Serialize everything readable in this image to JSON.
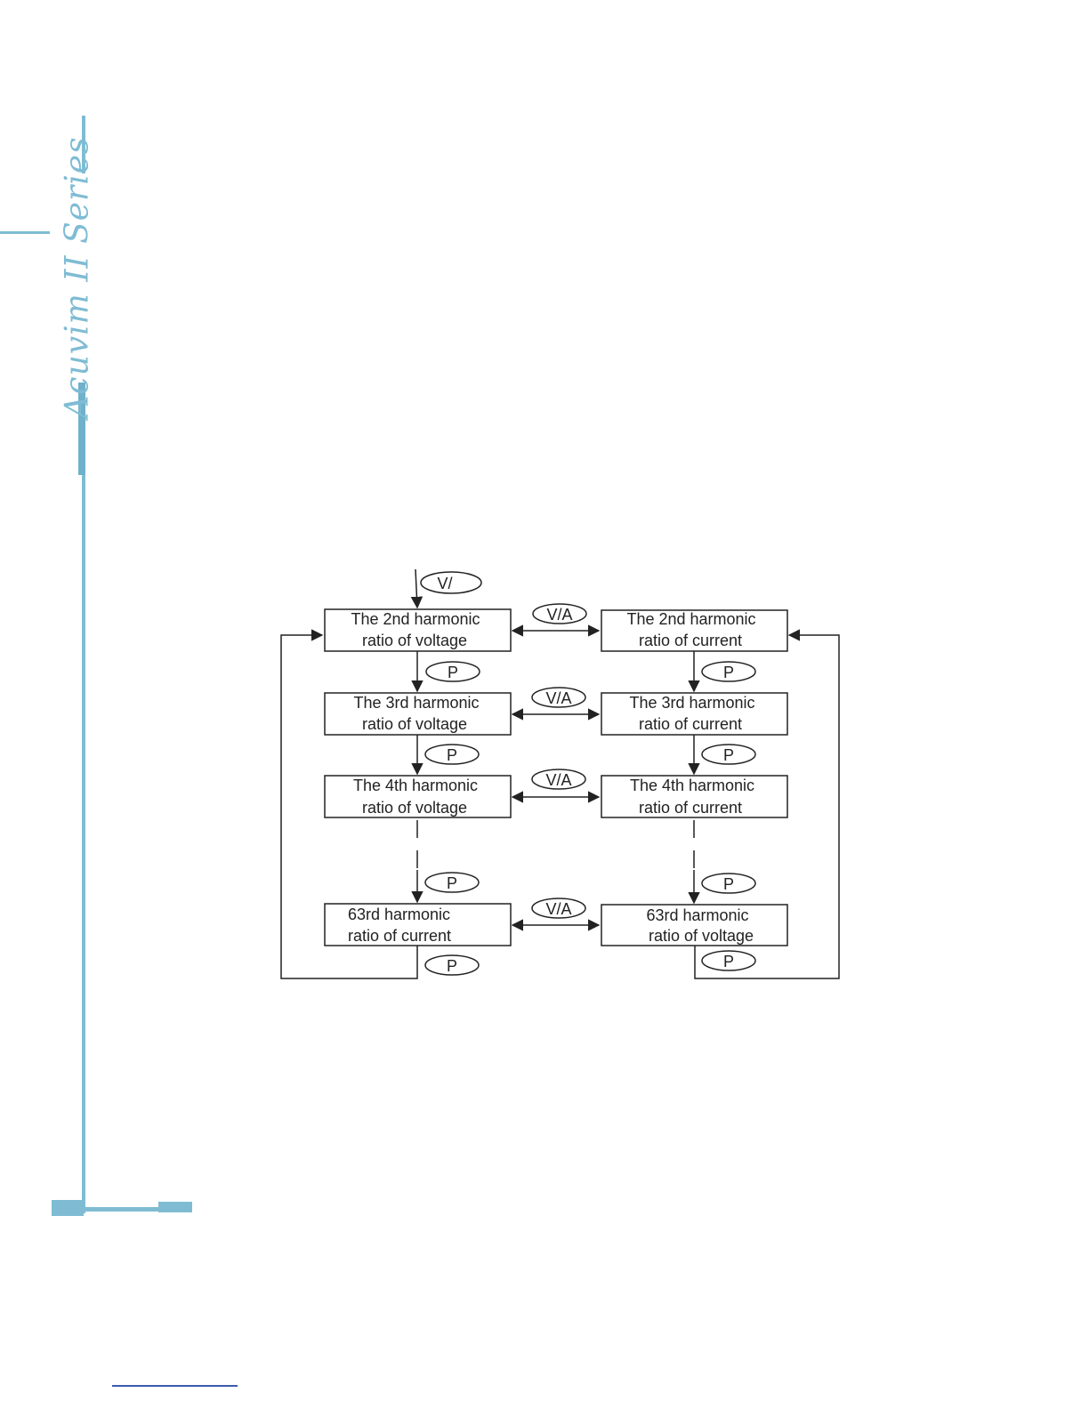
{
  "sidebar": {
    "series_title": "Acuvim II Series",
    "accent_color": "#7fbcd4",
    "accent_dark": "#6fb0cb"
  },
  "diagram": {
    "entry_key": "V/",
    "switch_key": "V/A",
    "next_key": "P",
    "left_column": [
      {
        "line1": "The 2nd harmonic",
        "line2": "ratio of voltage"
      },
      {
        "line1": "The 3rd harmonic",
        "line2": "ratio  of voltage"
      },
      {
        "line1": "The 4th harmonic",
        "line2": "ratio of voltage"
      },
      {
        "line1": "63rd harmonic",
        "line2": "ratio of current"
      }
    ],
    "right_column": [
      {
        "line1": "The 2nd harmonic",
        "line2": "ratio of current"
      },
      {
        "line1": "The 3rd harmonic",
        "line2": "ratio of current"
      },
      {
        "line1": "The 4th harmonic",
        "line2": "ratio of current"
      },
      {
        "line1": "63rd harmonic",
        "line2": "ratio of voltage"
      }
    ]
  }
}
